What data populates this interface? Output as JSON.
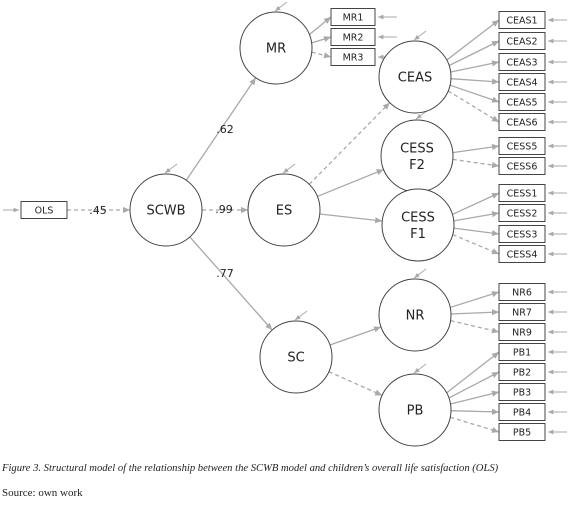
{
  "diagram": {
    "colors": {
      "line": "#a9a9a9",
      "node_stroke": "#444444",
      "text": "#222222",
      "coef": "#a0a0a0"
    },
    "nodes": [
      {
        "id": "OLS",
        "kind": "box",
        "lines": [
          "OLS"
        ]
      },
      {
        "id": "SCWB",
        "kind": "latent",
        "lines": [
          "SCWB"
        ]
      },
      {
        "id": "MR",
        "kind": "latent",
        "lines": [
          "MR"
        ]
      },
      {
        "id": "ES",
        "kind": "latent",
        "lines": [
          "ES"
        ]
      },
      {
        "id": "SC",
        "kind": "latent",
        "lines": [
          "SC"
        ]
      },
      {
        "id": "CEAS",
        "kind": "latent",
        "lines": [
          "CEAS"
        ]
      },
      {
        "id": "CESSF2",
        "kind": "latent",
        "lines": [
          "CESS",
          "F2"
        ]
      },
      {
        "id": "CESSF1",
        "kind": "latent",
        "lines": [
          "CESS",
          "F1"
        ]
      },
      {
        "id": "NR",
        "kind": "latent",
        "lines": [
          "NR"
        ]
      },
      {
        "id": "PB",
        "kind": "latent",
        "lines": [
          "PB"
        ]
      },
      {
        "id": "MR1",
        "kind": "box",
        "lines": [
          "MR1"
        ]
      },
      {
        "id": "MR2",
        "kind": "box",
        "lines": [
          "MR2"
        ]
      },
      {
        "id": "MR3",
        "kind": "box",
        "lines": [
          "MR3"
        ]
      },
      {
        "id": "CEAS1",
        "kind": "box",
        "lines": [
          "CEAS1"
        ]
      },
      {
        "id": "CEAS2",
        "kind": "box",
        "lines": [
          "CEAS2"
        ]
      },
      {
        "id": "CEAS3",
        "kind": "box",
        "lines": [
          "CEAS3"
        ]
      },
      {
        "id": "CEAS4",
        "kind": "box",
        "lines": [
          "CEAS4"
        ]
      },
      {
        "id": "CEAS5",
        "kind": "box",
        "lines": [
          "CEAS5"
        ]
      },
      {
        "id": "CEAS6",
        "kind": "box",
        "lines": [
          "CEAS6"
        ]
      },
      {
        "id": "CESS5",
        "kind": "box",
        "lines": [
          "CESS5"
        ]
      },
      {
        "id": "CESS6",
        "kind": "box",
        "lines": [
          "CESS6"
        ]
      },
      {
        "id": "CESS1",
        "kind": "box",
        "lines": [
          "CESS1"
        ]
      },
      {
        "id": "CESS2",
        "kind": "box",
        "lines": [
          "CESS2"
        ]
      },
      {
        "id": "CESS3",
        "kind": "box",
        "lines": [
          "CESS3"
        ]
      },
      {
        "id": "CESS4",
        "kind": "box",
        "lines": [
          "CESS4"
        ]
      },
      {
        "id": "NR6",
        "kind": "box",
        "lines": [
          "NR6"
        ]
      },
      {
        "id": "NR7",
        "kind": "box",
        "lines": [
          "NR7"
        ]
      },
      {
        "id": "NR9",
        "kind": "box",
        "lines": [
          "NR9"
        ]
      },
      {
        "id": "PB1",
        "kind": "box",
        "lines": [
          "PB1"
        ]
      },
      {
        "id": "PB2",
        "kind": "box",
        "lines": [
          "PB2"
        ]
      },
      {
        "id": "PB3",
        "kind": "box",
        "lines": [
          "PB3"
        ]
      },
      {
        "id": "PB4",
        "kind": "box",
        "lines": [
          "PB4"
        ]
      },
      {
        "id": "PB5",
        "kind": "box",
        "lines": [
          "PB5"
        ]
      }
    ],
    "edges": [
      {
        "from": "OLS",
        "to": "SCWB",
        "label": ".45",
        "dashed": true
      },
      {
        "from": "SCWB",
        "to": "MR",
        "label": ".62",
        "dashed": false
      },
      {
        "from": "SCWB",
        "to": "ES",
        "label": ".99",
        "dashed": true
      },
      {
        "from": "SCWB",
        "to": "SC",
        "label": ".77",
        "dashed": false
      },
      {
        "from": "MR",
        "to": "MR1",
        "dashed": false
      },
      {
        "from": "MR",
        "to": "MR2",
        "dashed": false
      },
      {
        "from": "MR",
        "to": "MR3",
        "dashed": true
      },
      {
        "from": "ES",
        "to": "CEAS",
        "dashed": true
      },
      {
        "from": "ES",
        "to": "CESSF2",
        "dashed": false
      },
      {
        "from": "ES",
        "to": "CESSF1",
        "dashed": false
      },
      {
        "from": "CEAS",
        "to": "CEAS1",
        "dashed": false
      },
      {
        "from": "CEAS",
        "to": "CEAS2",
        "dashed": false
      },
      {
        "from": "CEAS",
        "to": "CEAS3",
        "dashed": false
      },
      {
        "from": "CEAS",
        "to": "CEAS4",
        "dashed": false
      },
      {
        "from": "CEAS",
        "to": "CEAS5",
        "dashed": false
      },
      {
        "from": "CEAS",
        "to": "CEAS6",
        "dashed": true
      },
      {
        "from": "CESSF2",
        "to": "CESS5",
        "dashed": false
      },
      {
        "from": "CESSF2",
        "to": "CESS6",
        "dashed": true
      },
      {
        "from": "CESSF1",
        "to": "CESS1",
        "dashed": false
      },
      {
        "from": "CESSF1",
        "to": "CESS2",
        "dashed": false
      },
      {
        "from": "CESSF1",
        "to": "CESS3",
        "dashed": false
      },
      {
        "from": "CESSF1",
        "to": "CESS4",
        "dashed": true
      },
      {
        "from": "SC",
        "to": "NR",
        "dashed": false
      },
      {
        "from": "SC",
        "to": "PB",
        "dashed": true
      },
      {
        "from": "NR",
        "to": "NR6",
        "dashed": false
      },
      {
        "from": "NR",
        "to": "NR7",
        "dashed": false
      },
      {
        "from": "NR",
        "to": "NR9",
        "dashed": true
      },
      {
        "from": "PB",
        "to": "PB1",
        "dashed": false
      },
      {
        "from": "PB",
        "to": "PB2",
        "dashed": false
      },
      {
        "from": "PB",
        "to": "PB3",
        "dashed": false
      },
      {
        "from": "PB",
        "to": "PB4",
        "dashed": false
      },
      {
        "from": "PB",
        "to": "PB5",
        "dashed": true
      }
    ]
  },
  "caption": "Figure 3. Structural model of the relationship between the SCWB model and children’s overall life satisfaction (OLS)",
  "source": "Source: own work"
}
